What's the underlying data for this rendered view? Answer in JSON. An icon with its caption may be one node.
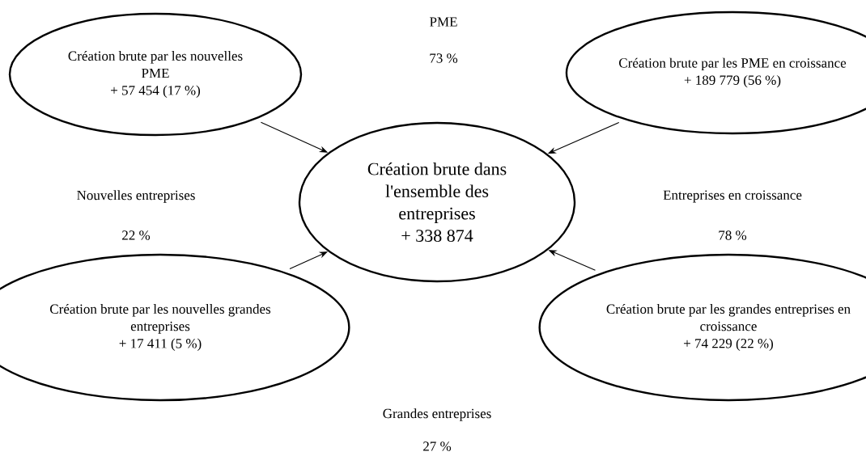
{
  "diagram": {
    "nodes": [
      {
        "text": [
          "Création brute par les nouvelles PME",
          "+ 57 454 (17 %)"
        ]
      },
      {
        "text": [
          "Création brute par les PME en croissance",
          "+ 189 779 (56 %)"
        ]
      },
      {
        "text": [
          "Création brute dans l'ensemble des entreprises",
          "+ 338 874"
        ]
      },
      {
        "text": [
          "Création brute par les nouvelles grandes entreprises",
          "+ 17 411 (5 %)"
        ]
      },
      {
        "text": [
          "Création brute par les grandes entreprises en croissance",
          "+ 74 229 (22 %)"
        ]
      }
    ],
    "edges": [
      {
        "from": 0,
        "to": 2,
        "arrow": "to"
      },
      {
        "from": 1,
        "to": 2,
        "arrow": "to"
      },
      {
        "from": 3,
        "to": 2,
        "arrow": "to"
      },
      {
        "from": 4,
        "to": 2,
        "arrow": "to"
      }
    ],
    "labels": [
      "PME",
      "73 %",
      "Nouvelles entreprises",
      "22 %",
      "Entreprises en croissance",
      "78 %",
      "Grandes entreprises",
      "27 %"
    ]
  }
}
